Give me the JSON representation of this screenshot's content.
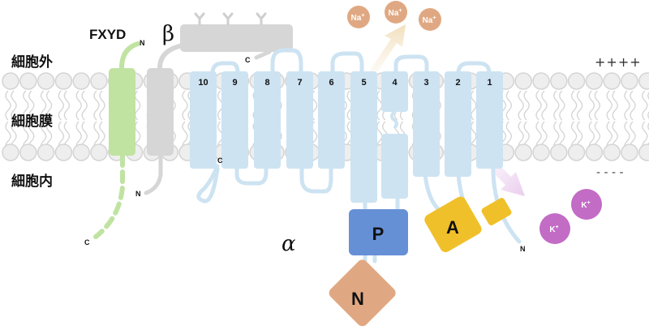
{
  "regions": {
    "extracellular": "細胞外",
    "membrane": "細胞膜",
    "intracellular": "細胞内"
  },
  "charges": {
    "outside": "++++",
    "inside": "- - - -"
  },
  "subunits": {
    "fxyd": {
      "label": "FXYD",
      "n_term": "N",
      "c_term": "C",
      "color": "#c0e3a2"
    },
    "beta": {
      "label": "β",
      "n_term": "N",
      "c_term": "C",
      "color": "#d6d6d6"
    },
    "alpha": {
      "label": "α",
      "n_term": "N",
      "c_term": "C",
      "color": "#cde3f2"
    }
  },
  "helices": [
    "10",
    "9",
    "8",
    "7",
    "6",
    "5",
    "4",
    "3",
    "2",
    "1"
  ],
  "domains": {
    "P": {
      "label": "P",
      "color": "#6690d6"
    },
    "A": {
      "label": "A",
      "color": "#f0c02a"
    },
    "N": {
      "label": "N",
      "color": "#e0a882"
    }
  },
  "ions": {
    "sodium": {
      "label": "Na",
      "charge": "+",
      "count": 3,
      "color": "#e0a882"
    },
    "potassium": {
      "label": "K",
      "charge": "+",
      "count": 2,
      "color": "#c26cc6"
    }
  },
  "arrows": {
    "na_out_color": "#f2dfbd",
    "k_in_color": "#ebcdee"
  },
  "colors": {
    "lipid_head": "#eeeeee",
    "lipid_stroke": "#d4d4d4"
  }
}
